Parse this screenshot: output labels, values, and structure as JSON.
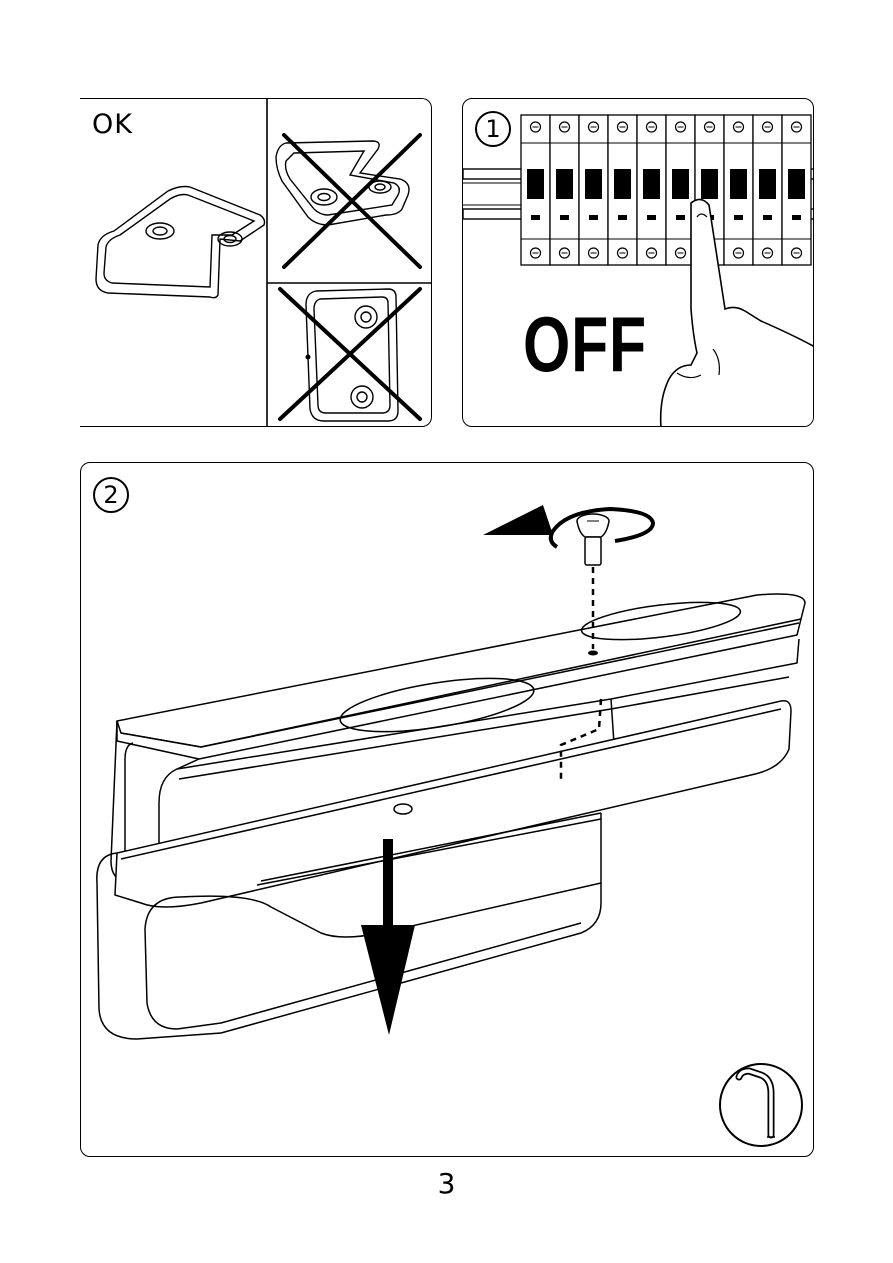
{
  "panel_ok": {
    "label": "OK"
  },
  "panel_step1": {
    "step": "1",
    "instruction": "OFF"
  },
  "panel_step2": {
    "step": "2"
  },
  "page": {
    "number": "3"
  }
}
